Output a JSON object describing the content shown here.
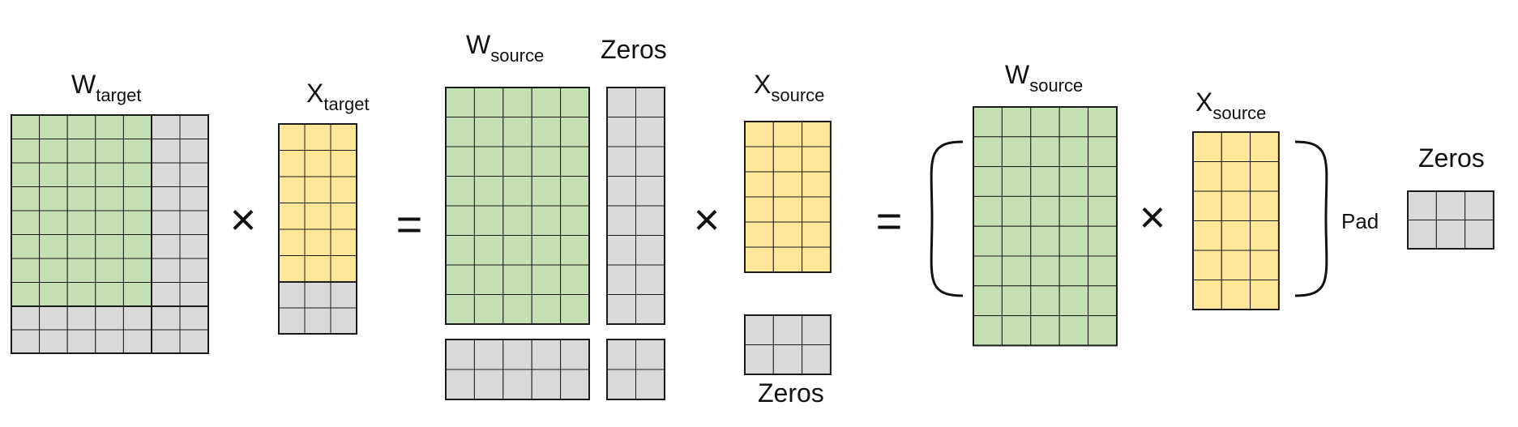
{
  "colors": {
    "weights": "#c5e0b4",
    "inputs": "#ffe699",
    "zeros": "#d9d9d9",
    "grid": "#1a1a1a"
  },
  "labels": {
    "w_target": {
      "main": "W",
      "sub": "target"
    },
    "x_target": {
      "main": "X",
      "sub": "target"
    },
    "w_source_1": {
      "main": "W",
      "sub": "source"
    },
    "zeros_top": "Zeros",
    "x_source_1": {
      "main": "X",
      "sub": "source"
    },
    "zeros_below": "Zeros",
    "w_source_2": {
      "main": "W",
      "sub": "source"
    },
    "x_source_2": {
      "main": "X",
      "sub": "source"
    },
    "pad": "Pad",
    "zeros_right": "Zeros"
  },
  "operators": {
    "times": "×",
    "equals": "="
  }
}
